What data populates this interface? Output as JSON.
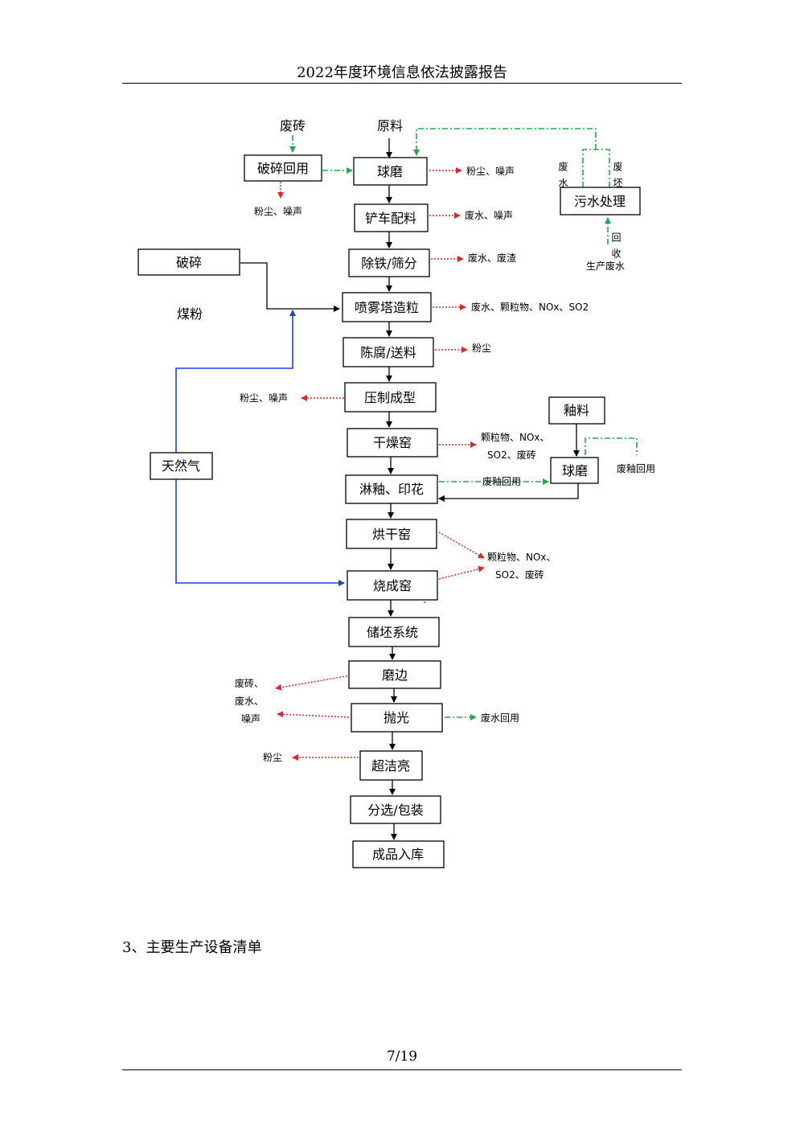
{
  "header": {
    "title": "2022年度环境信息依法披露报告"
  },
  "flow": {
    "raw_material": "原料",
    "waste_brick_in": "废砖",
    "crush_recycle": "破碎回用",
    "crush_recycle_out": "粉尘、噪声",
    "ball_mill": "球磨",
    "ball_mill_out": "粉尘、噪声",
    "loader_batching": "铲车配料",
    "loader_batching_out": "废水、噪声",
    "iron_sieve": "除铁/筛分",
    "iron_sieve_out": "废水、废渣",
    "crushing": "破碎",
    "coal_powder": "煤粉",
    "spray_tower": "喷雾塔造粒",
    "spray_tower_out": "废水、颗粒物、NOx、SO2",
    "aging_feed": "陈腐/送料",
    "aging_feed_out": "粉尘",
    "press_forming": "压制成型",
    "press_forming_out": "粉尘、噪声",
    "natural_gas": "天然气",
    "drying_kiln": "干燥窑",
    "drying_kiln_out_1": "颗粒物、NOx、",
    "drying_kiln_out_2": "SO2、废砖",
    "glaze_material": "釉料",
    "glaze_ball_mill": "球磨",
    "waste_glaze_recycle_a": "废釉回用",
    "glazing_printing": "淋釉、印花",
    "waste_glaze_recycle_b": "废釉回用",
    "baking_kiln": "烘干窑",
    "firing_kiln": "烧成窑",
    "kiln_out_1": "颗粒物、NOx、",
    "kiln_out_2": "SO2、废砖",
    "storage_system": "储坯系统",
    "edging": "磨边",
    "edging_out_1": "废砖、",
    "edging_out_2": "废水、",
    "edging_out_3": "噪声",
    "polishing": "抛光",
    "polishing_out": "废水回用",
    "super_clean": "超洁亮",
    "super_clean_out": "粉尘",
    "sorting_packing": "分选/包装",
    "warehouse": "成品入库",
    "sewage_treatment": "污水处理",
    "sewage_waste_water": "废水",
    "sewage_waste_body": "废坯",
    "sewage_recycle": "回收",
    "production_waste_water": "生产废水"
  },
  "section": {
    "title": "3、主要生产设备清单"
  },
  "footer": {
    "page": "7/19"
  },
  "colors": {
    "red_arrow": "#e0262b",
    "green_arrow": "#22a84a",
    "blue_line": "#1f3fe0",
    "box_border": "#000000"
  }
}
